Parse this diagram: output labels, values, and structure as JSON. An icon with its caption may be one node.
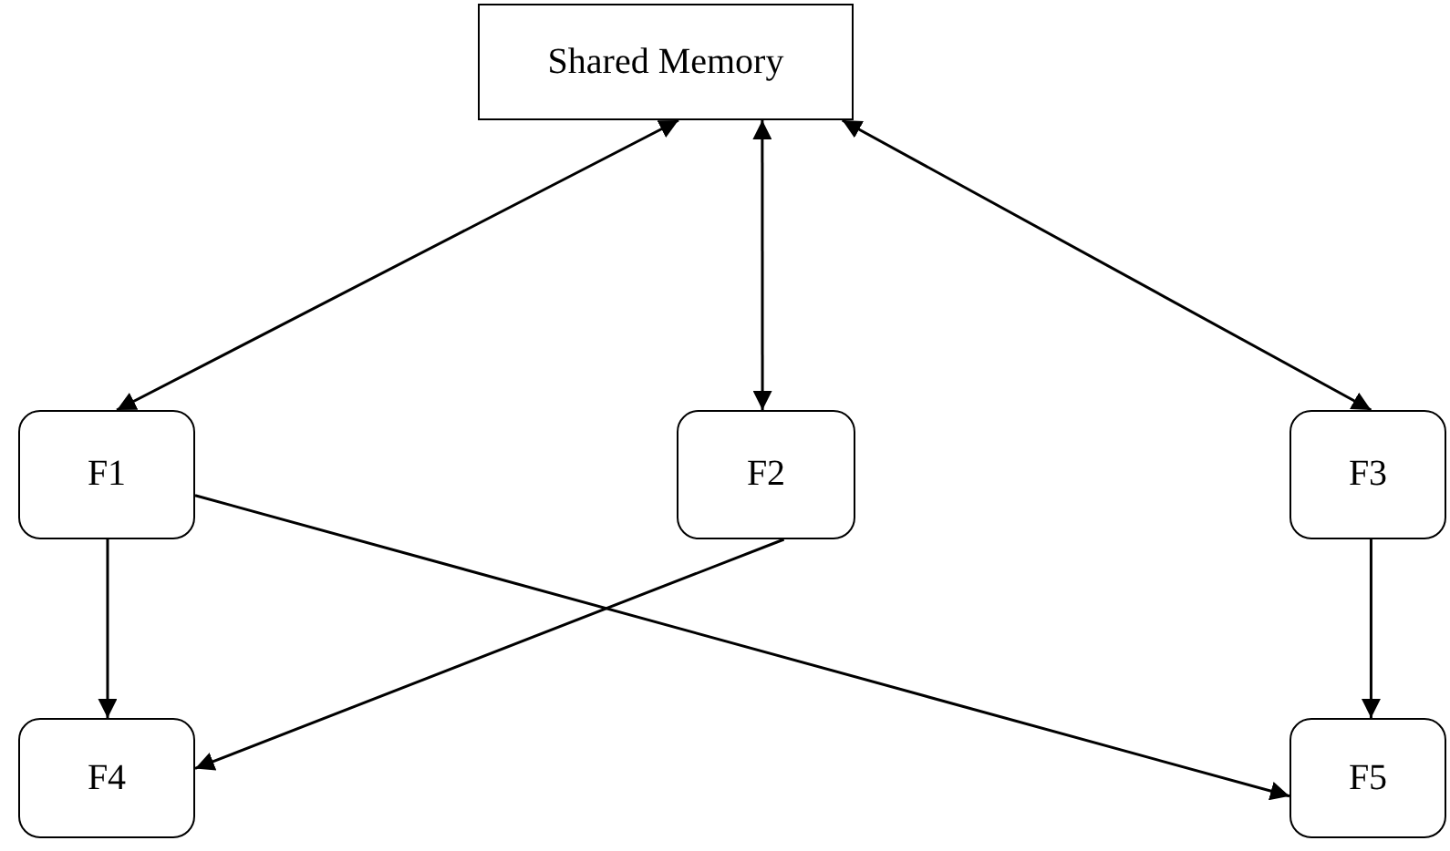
{
  "diagram": {
    "nodes": [
      {
        "text": [
          "Shared Memory"
        ]
      },
      {
        "text": [
          "F1"
        ]
      },
      {
        "text": [
          "F2"
        ]
      },
      {
        "text": [
          "F3"
        ]
      },
      {
        "text": [
          "F4"
        ]
      },
      {
        "text": [
          "F5"
        ]
      }
    ],
    "edges": [
      {
        "from": 0,
        "to": 1,
        "arrow": "both"
      },
      {
        "from": 0,
        "to": 2,
        "arrow": "both"
      },
      {
        "from": 0,
        "to": 3,
        "arrow": "both"
      },
      {
        "from": 1,
        "to": 4,
        "arrow": "to"
      },
      {
        "from": 2,
        "to": 4,
        "arrow": "to"
      },
      {
        "from": 1,
        "to": 5,
        "arrow": "to"
      },
      {
        "from": 3,
        "to": 5,
        "arrow": "to"
      }
    ]
  }
}
